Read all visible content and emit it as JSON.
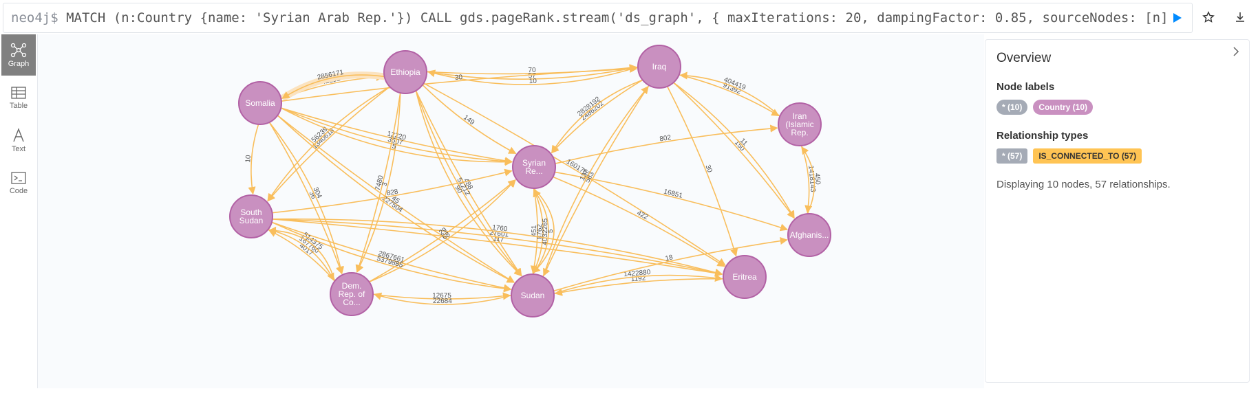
{
  "query": {
    "prompt": "neo4j$ ",
    "text": "MATCH (n:Country {name: 'Syrian Arab Rep.'}) CALL gds.pageRank.stream('ds_graph', { maxIterations: 20, dampingFactor: 0.85, sourceNodes: [n] …",
    "run_icon": "play-icon",
    "actions": [
      "star-icon",
      "download-icon"
    ]
  },
  "sidebar": {
    "items": [
      {
        "label": "Graph",
        "icon": "graph-icon",
        "active": true
      },
      {
        "label": "Table",
        "icon": "table-icon",
        "active": false
      },
      {
        "label": "Text",
        "icon": "text-icon",
        "active": false
      },
      {
        "label": "Code",
        "icon": "code-icon",
        "active": false
      }
    ]
  },
  "graph": {
    "nodes": [
      {
        "id": "ethiopia",
        "label": [
          "Ethiopia"
        ]
      },
      {
        "id": "iraq",
        "label": [
          "Iraq"
        ]
      },
      {
        "id": "somalia",
        "label": [
          "Somalia"
        ]
      },
      {
        "id": "iran",
        "label": [
          "Iran",
          "(Islamic",
          "Rep."
        ]
      },
      {
        "id": "syria",
        "label": [
          "Syrian",
          "Re..."
        ]
      },
      {
        "id": "ssudan",
        "label": [
          "South",
          "Sudan"
        ]
      },
      {
        "id": "afgh",
        "label": [
          "Afghanis..."
        ]
      },
      {
        "id": "eritrea",
        "label": [
          "Eritrea"
        ]
      },
      {
        "id": "drc",
        "label": [
          "Dem.",
          "Rep. of",
          "Co..."
        ]
      },
      {
        "id": "sudan",
        "label": [
          "Sudan"
        ]
      }
    ],
    "edges": [
      {
        "from": "ethiopia",
        "to": "iraq",
        "label": "70"
      },
      {
        "from": "ethiopia",
        "to": "iraq",
        "label": "57"
      },
      {
        "from": "iraq",
        "to": "ethiopia",
        "label": "10"
      },
      {
        "from": "somalia",
        "to": "ethiopia",
        "label": "42231"
      },
      {
        "from": "ethiopia",
        "to": "somalia",
        "label": "2856171",
        "highlight": true
      },
      {
        "from": "somalia",
        "to": "iraq",
        "label": "30"
      },
      {
        "from": "iraq",
        "to": "iran",
        "label": "91392"
      },
      {
        "from": "iran",
        "to": "iraq",
        "label": "404419"
      },
      {
        "from": "iraq",
        "to": "syria",
        "label": "2486202"
      },
      {
        "from": "iraq",
        "to": "syria",
        "label": "2828192"
      },
      {
        "from": "syria",
        "to": "iran",
        "label": "802"
      },
      {
        "from": "iraq",
        "to": "afgh",
        "label": "150"
      },
      {
        "from": "iraq",
        "to": "eritrea",
        "label": "30"
      },
      {
        "from": "iraq",
        "to": "afgh",
        "label": "11"
      },
      {
        "from": "iran",
        "to": "afgh",
        "label": "1418143"
      },
      {
        "from": "afgh",
        "to": "iran",
        "label": "450"
      },
      {
        "from": "ethiopia",
        "to": "syria",
        "label": "149"
      },
      {
        "from": "somalia",
        "to": "syria",
        "label": "12220"
      },
      {
        "from": "somalia",
        "to": "syria",
        "label": "3507"
      },
      {
        "from": "ethiopia",
        "to": "sudan",
        "label": "488"
      },
      {
        "from": "ethiopia",
        "to": "eritrea",
        "label": "1601761"
      },
      {
        "from": "syria",
        "to": "afgh",
        "label": "16851"
      },
      {
        "from": "syria",
        "to": "eritrea",
        "label": "422"
      },
      {
        "from": "syria",
        "to": "sudan",
        "label": "451"
      },
      {
        "from": "ethiopia",
        "to": "sudan",
        "label": "51212"
      },
      {
        "from": "ethiopia",
        "to": "drc",
        "label": "7480"
      },
      {
        "from": "somalia",
        "to": "ssudan",
        "label": "10"
      },
      {
        "from": "somalia",
        "to": "drc",
        "label": "36"
      },
      {
        "from": "ethiopia",
        "to": "ssudan",
        "label": "1340618"
      },
      {
        "from": "ethiopia",
        "to": "ssudan",
        "label": "56239"
      },
      {
        "from": "ssudan",
        "to": "syria",
        "label": "828"
      },
      {
        "from": "somalia",
        "to": "sudan",
        "label": "45"
      },
      {
        "from": "somalia",
        "to": "sudan",
        "label": "227504"
      },
      {
        "from": "ssudan",
        "to": "eritrea",
        "label": "117"
      },
      {
        "from": "ssudan",
        "to": "eritrea",
        "label": "27601"
      },
      {
        "from": "iraq",
        "to": "sudan",
        "label": "583"
      },
      {
        "from": "sudan",
        "to": "iraq",
        "label": "137"
      },
      {
        "from": "sudan",
        "to": "syria",
        "label": "8762"
      },
      {
        "from": "sudan",
        "to": "syria",
        "label": "4032265"
      },
      {
        "from": "ssudan",
        "to": "sudan",
        "label": "2867661"
      },
      {
        "from": "drc",
        "to": "ssudan",
        "label": "4017"
      },
      {
        "from": "somalia",
        "to": "drc",
        "label": "304"
      },
      {
        "from": "drc",
        "to": "syria",
        "label": "29"
      },
      {
        "from": "drc",
        "to": "syria",
        "label": "68"
      },
      {
        "from": "ssudan",
        "to": "drc",
        "label": "167760"
      },
      {
        "from": "drc",
        "to": "ssudan",
        "label": "514375"
      },
      {
        "from": "ssudan",
        "to": "sudan",
        "label": "5379885"
      },
      {
        "from": "drc",
        "to": "sudan",
        "label": "12675"
      },
      {
        "from": "ssudan",
        "to": "eritrea",
        "label": "1760"
      },
      {
        "from": "sudan",
        "to": "drc",
        "label": "22684"
      },
      {
        "from": "eritrea",
        "to": "sudan",
        "label": "1192"
      },
      {
        "from": "sudan",
        "to": "eritrea",
        "label": "1422880"
      },
      {
        "from": "sudan",
        "to": "afgh",
        "label": "18"
      },
      {
        "from": "ethiopia",
        "to": "drc",
        "label": "3"
      },
      {
        "from": "ethiopia",
        "to": "sudan",
        "label": "90"
      },
      {
        "from": "somalia",
        "to": "syria",
        "label": "5"
      },
      {
        "from": "syria",
        "to": "sudan",
        "label": "5"
      }
    ]
  },
  "zoom_controls": [
    "zoom-in-icon",
    "zoom-out-icon",
    "fit-icon"
  ],
  "overview": {
    "title": "Overview",
    "node_labels_heading": "Node labels",
    "node_labels": [
      {
        "text": "* (10)",
        "color": "#a5abb6"
      },
      {
        "text": "Country (10)",
        "color": "#c990c0"
      }
    ],
    "rel_types_heading": "Relationship types",
    "rel_types": [
      {
        "text": "* (57)",
        "color": "#a5abb6"
      },
      {
        "text": "IS_CONNECTED_TO (57)",
        "color": "#ffc454"
      }
    ],
    "summary": "Displaying 10 nodes, 57 relationships."
  },
  "colors": {
    "node_fill": "#c990c0",
    "node_stroke": "#b261a5",
    "edge": "#f9be5c",
    "accent": "#018bff"
  }
}
